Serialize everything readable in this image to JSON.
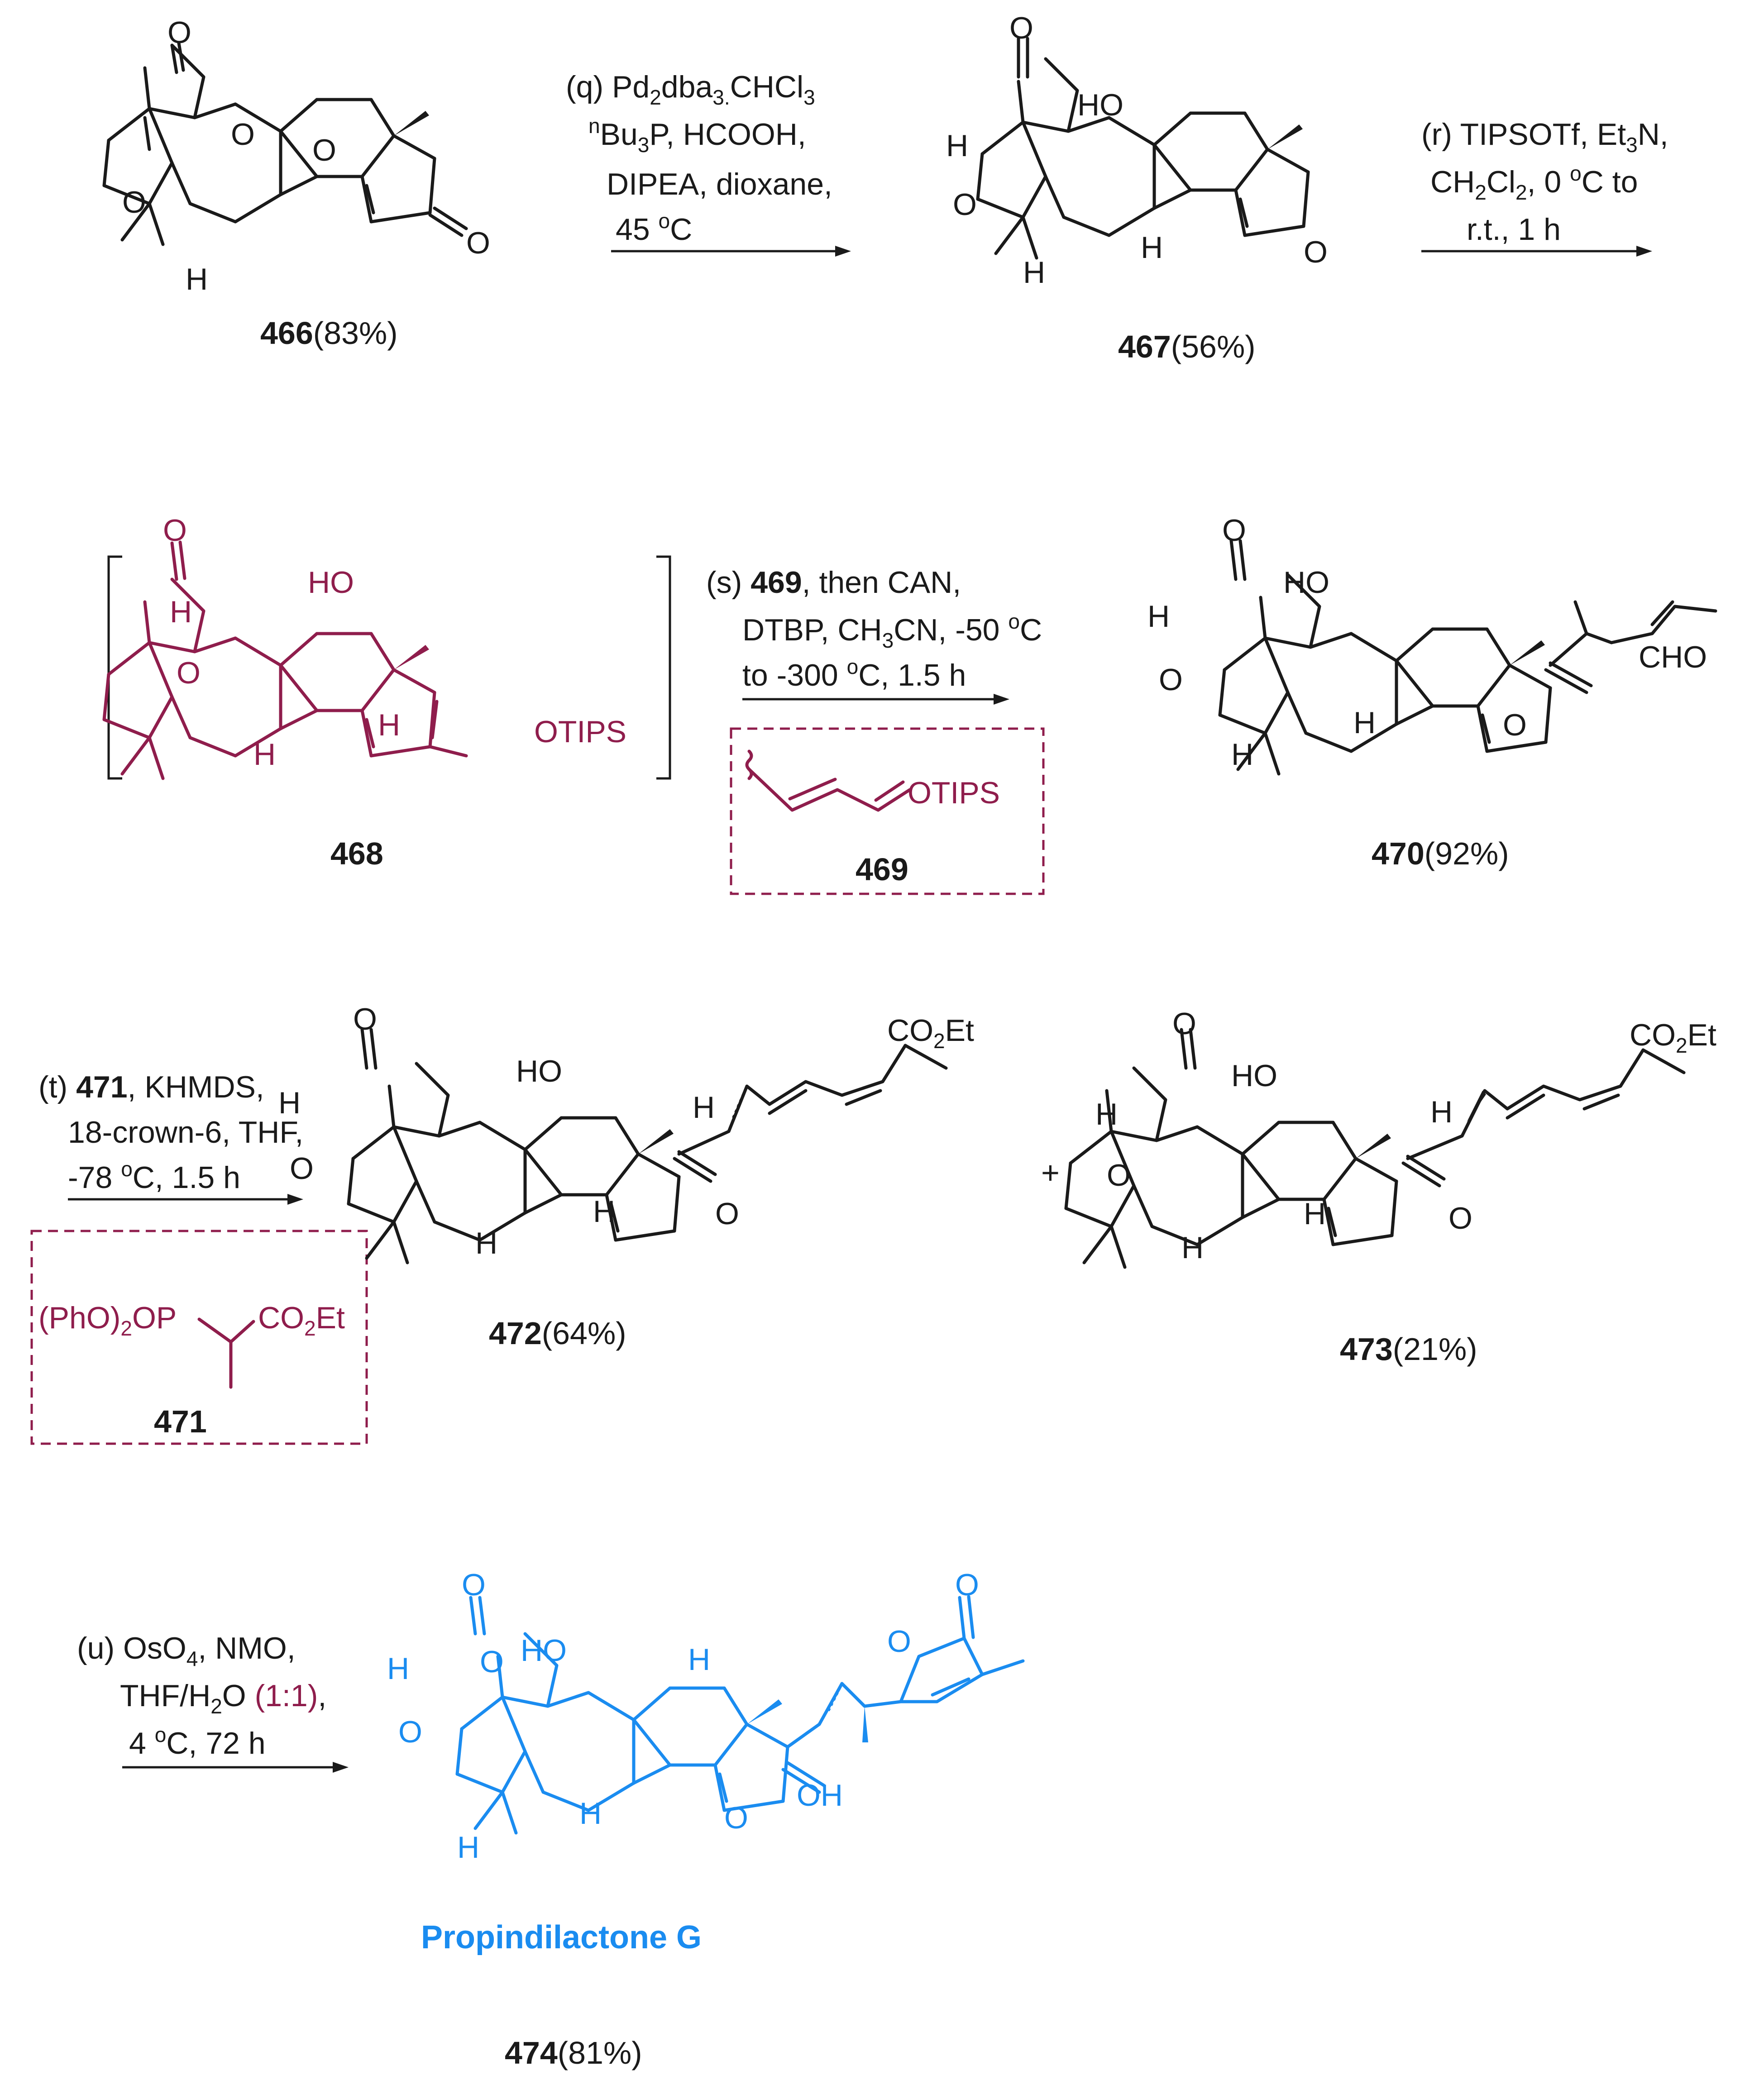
{
  "colors": {
    "black": "#1a1a1a",
    "magenta": "#8f1d4c",
    "blue": "#1a8cf0"
  },
  "compounds": {
    "c466": {
      "number": "466",
      "yield": "(83%)"
    },
    "c467": {
      "number": "467",
      "yield": "(56%)"
    },
    "c468": {
      "number": "468"
    },
    "c469": {
      "number": "469"
    },
    "c470": {
      "number": "470",
      "yield": "(92%)"
    },
    "c471": {
      "number": "471"
    },
    "c472": {
      "number": "472",
      "yield": "(64%)"
    },
    "c473": {
      "number": "473",
      "yield": "(21%)"
    },
    "c474": {
      "number": "474",
      "yield": "(81%)",
      "name": "Propindilactone G"
    }
  },
  "steps": {
    "q": {
      "l1a": "(q) Pd",
      "l1b": "2",
      "l1c": "dba",
      "l1d": "3.",
      "l1e": "CHCl",
      "l1f": "3",
      "l2a": "n",
      "l2b": "Bu",
      "l2c": "3",
      "l2d": "P,  HCOOH,",
      "l3": "DIPEA, dioxane,",
      "l4a": "45 ",
      "l4b": "o",
      "l4c": "C"
    },
    "r": {
      "l1a": "(r) TIPSOTf, Et",
      "l1b": "3",
      "l1c": "N,",
      "l2a": "CH",
      "l2b": "2",
      "l2c": "Cl",
      "l2d": "2",
      "l2e": ", 0 ",
      "l2f": "o",
      "l2g": "C to",
      "l3": "r.t., 1 h"
    },
    "s": {
      "l1a": "(s) ",
      "l1b": "469",
      "l1c": ", then CAN,",
      "l2a": "DTBP,  CH",
      "l2b": "3",
      "l2c": "CN, -50 ",
      "l2d": "o",
      "l2e": "C",
      "l3a": "to -300 ",
      "l3b": "o",
      "l3c": "C, 1.5 h"
    },
    "t": {
      "l1a": "(t) ",
      "l1b": "471",
      "l1c": ", KHMDS,",
      "l2": "18-crown-6, THF,",
      "l3a": "-78 ",
      "l3b": "o",
      "l3c": "C, 1.5 h"
    },
    "u": {
      "l1a": "(u) OsO",
      "l1b": "4",
      "l1c": ", NMO,",
      "l2a": "THF/H",
      "l2b": "2",
      "l2c": "O ",
      "l2d": "(1:1)",
      "l2e": ",",
      "l3a": "4 ",
      "l3b": "o",
      "l3c": "C, 72 h"
    }
  },
  "atoms": {
    "O": "O",
    "H": "H",
    "HO": "HO",
    "OH": "OH",
    "CHO": "CHO",
    "CO": "CO",
    "sub2": "2",
    "Et": "Et",
    "OTIPS": "OTIPS",
    "PhO": "(PhO)",
    "OP": "OP"
  },
  "plus": "+"
}
